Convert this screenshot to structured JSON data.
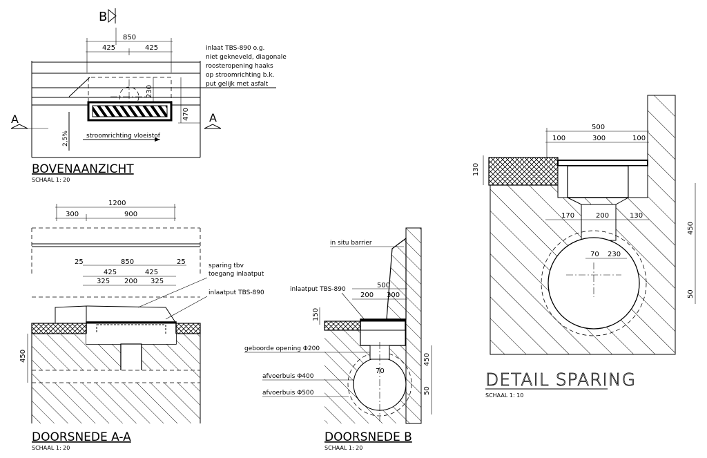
{
  "views": {
    "bovenaanzicht": {
      "title": "BOVENAANZICHT",
      "scale": "SCHAAL 1: 20",
      "section_b": "B",
      "section_a_left": "A",
      "section_a_right": "A",
      "dim_total": "850",
      "dim_left": "425",
      "dim_right": "425",
      "dim_230": "230",
      "dim_470": "470",
      "slope": "2,5%",
      "flow_label": "stroomrichting vloeistof",
      "note_lines": [
        "inlaat TBS-890 o.g.",
        "niet gekneveld, diagonale",
        "roosteropening haaks",
        "op stroomrichting b.k.",
        "put gelijk met asfalt"
      ]
    },
    "doorsnede_aa": {
      "title": "DOORSNEDE A-A",
      "scale": "SCHAAL 1: 20",
      "dim_1200": "1200",
      "dim_300": "300",
      "dim_900": "900",
      "dim_25a": "25",
      "dim_850": "850",
      "dim_25b": "25",
      "dim_425a": "425",
      "dim_425b": "425",
      "dim_325a": "325",
      "dim_200": "200",
      "dim_325b": "325",
      "dim_450": "450",
      "label_sparing_1": "sparing tbv",
      "label_sparing_2": "toegang inlaatput",
      "label_inlaatput": "inlaatput TBS-890"
    },
    "doorsnede_b": {
      "title": "DOORSNEDE B",
      "scale": "SCHAAL 1: 20",
      "label_barrier": "in situ barrier",
      "label_inlaatput": "inlaatput TBS-890",
      "dim_500": "500",
      "dim_200": "200",
      "dim_300": "300",
      "dim_150": "150",
      "label_geboorde": "geboorde opening Φ200",
      "label_afvoer400": "afvoerbuis Φ400",
      "label_afvoer500": "afvoerbuis Φ500",
      "dim_70": "70",
      "dim_450": "450",
      "dim_50": "50"
    },
    "detail_sparing": {
      "title": "DETAIL SPARING",
      "scale": "SCHAAL 1: 10",
      "dim_500": "500",
      "dim_100a": "100",
      "dim_300": "300",
      "dim_100b": "100",
      "dim_130": "130",
      "dim_170": "170",
      "dim_200": "200",
      "dim_130b": "130",
      "dim_70": "70",
      "dim_230": "230",
      "dim_450": "450",
      "dim_50": "50"
    }
  }
}
